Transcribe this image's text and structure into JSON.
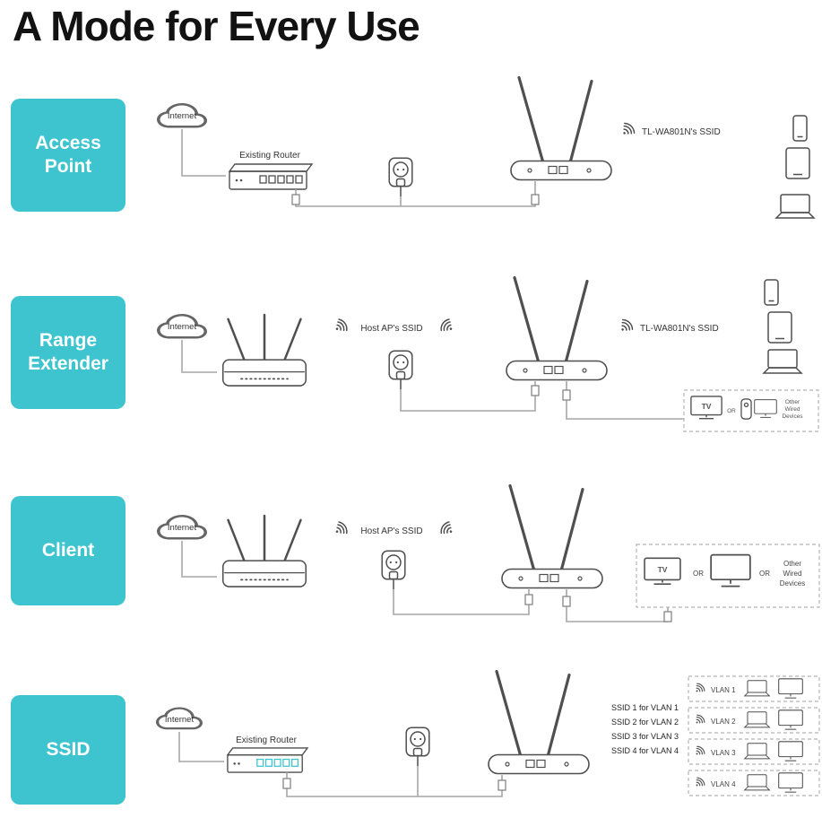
{
  "title": "A Mode for Every Use",
  "colors": {
    "teal": "#3DC4CF"
  },
  "modes": [
    {
      "label": "Access Point"
    },
    {
      "label": "Range Extender"
    },
    {
      "label": "Client"
    },
    {
      "label": "SSID"
    }
  ],
  "row1": {
    "internet": "Internet",
    "router": "Existing Router",
    "ssid": "TL-WA801N's SSID"
  },
  "row2": {
    "internet": "Internet",
    "host_ssid": "Host AP's SSID",
    "ssid": "TL-WA801N's SSID",
    "tv": "TV",
    "or": "OR",
    "other": [
      "Other",
      "Wired",
      "Devices"
    ]
  },
  "row3": {
    "internet": "Internet",
    "host_ssid": "Host AP's SSID",
    "tv": "TV",
    "or1": "OR",
    "or2": "OR",
    "other": [
      "Other",
      "Wired",
      "Devices"
    ]
  },
  "row4": {
    "internet": "Internet",
    "router": "Existing Router",
    "ssid_lines": [
      "SSID 1 for VLAN 1",
      "SSID 2 for VLAN 2",
      "SSID 3 for VLAN 3",
      "SSID 4 for VLAN 4"
    ],
    "vlans": [
      "VLAN 1",
      "VLAN 2",
      "VLAN 3",
      "VLAN 4"
    ]
  }
}
